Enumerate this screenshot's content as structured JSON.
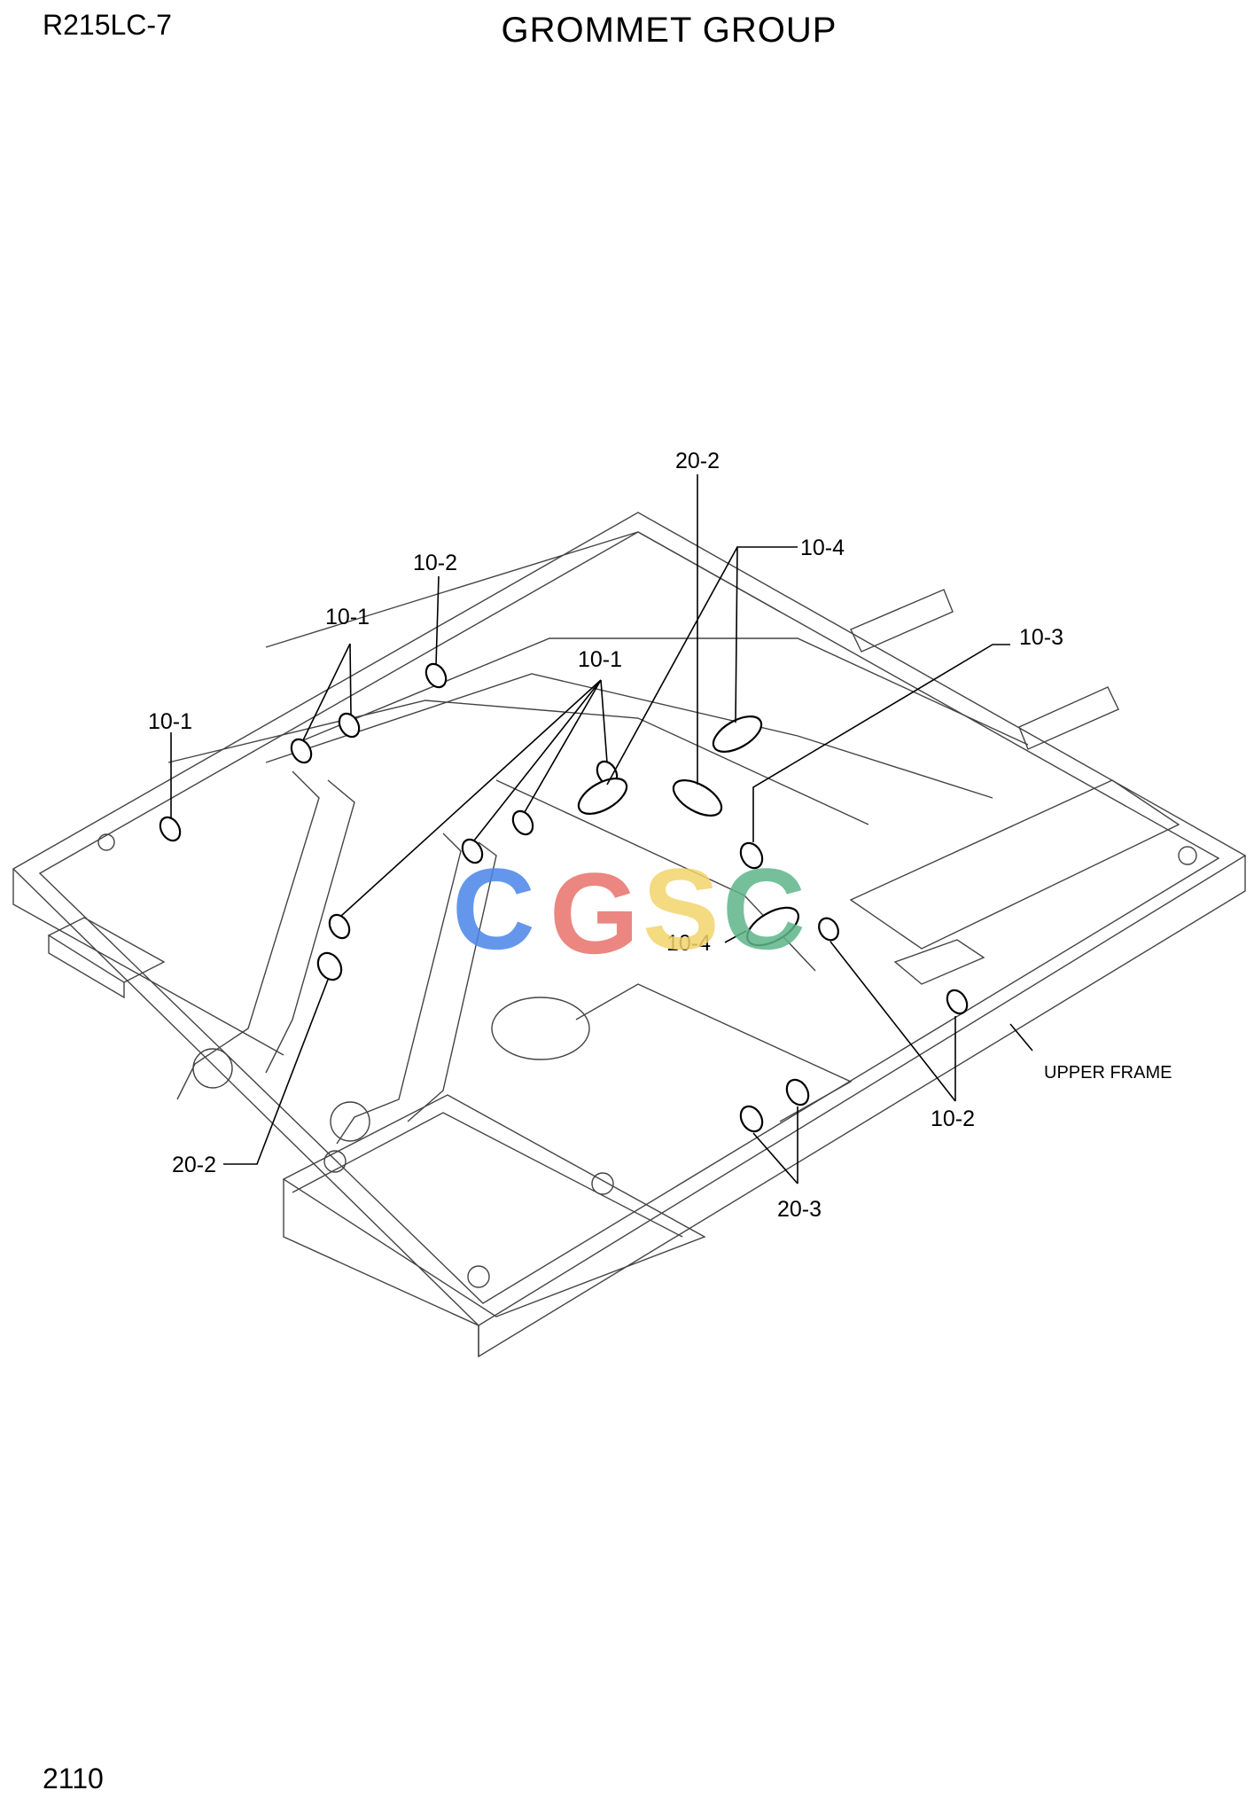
{
  "header": {
    "model": "R215LC-7",
    "title": "GROMMET GROUP"
  },
  "footer": {
    "page_number": "2110"
  },
  "diagram": {
    "callouts": [
      "20-2",
      "10-4",
      "10-2",
      "10-1",
      "10-1",
      "10-1",
      "10-3",
      "10-4",
      "20-2",
      "10-2",
      "20-3"
    ],
    "part_label": "UPPER FRAME",
    "watermark": "CGSC",
    "watermark_colors": [
      "#4a86e8",
      "#e8716b",
      "#f3d46b",
      "#5fb58a"
    ]
  }
}
